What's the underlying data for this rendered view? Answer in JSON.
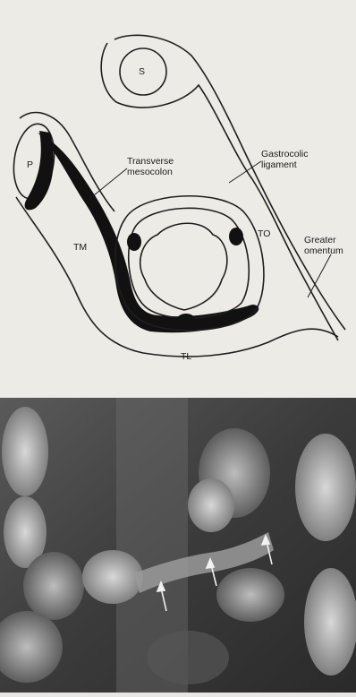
{
  "figure": {
    "labels": {
      "spleen": "S",
      "pancreas": "P",
      "transverse_mesocolon": "Transverse\nmesocolon",
      "gastrocolic_ligament": "Gastrocolic\nligament",
      "taenia_mesocolica": "TM",
      "taenia_omentalis": "TO",
      "taenia_libera": "TL",
      "greater_omentum": "Greater\nomentum"
    }
  }
}
